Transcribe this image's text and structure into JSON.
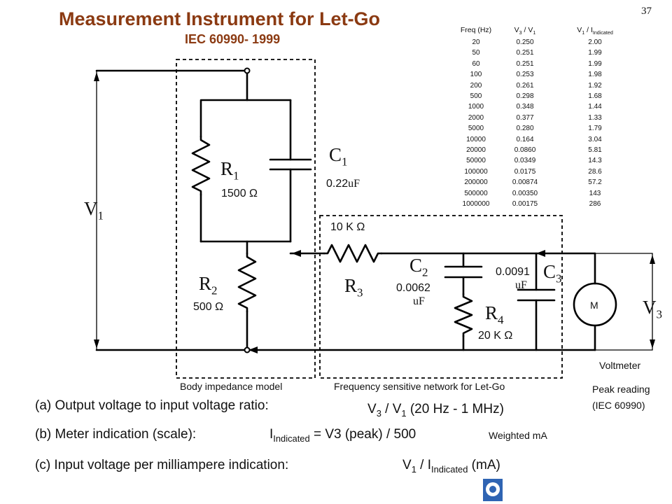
{
  "page_number": "37",
  "title": "Measurement Instrument for Let-Go",
  "subtitle": "IEC 60990- 1999",
  "table": {
    "headers": {
      "freq": "Freq (Hz)",
      "ratio_v": "V",
      "ratio_sub3": "3",
      "ratio_slash": " / V",
      "ratio_sub1": "1",
      "ind_v": "V",
      "ind_sub1": "1",
      "ind_slash": " / I",
      "ind_sub": "Indicated"
    },
    "freq": [
      "20",
      "50",
      "60",
      "100",
      "200",
      "500",
      "1000",
      "2000",
      "5000",
      "10000",
      "20000",
      "50000",
      "100000",
      "200000",
      "500000",
      "1000000"
    ],
    "v3_v1": [
      "0.250",
      "0.251",
      "0.251",
      "0.253",
      "0.261",
      "0.298",
      "0.348",
      "0.377",
      "0.280",
      "0.164",
      "0.0860",
      "0.0349",
      "0.0175",
      "0.00874",
      "0.00350",
      "0.00175"
    ],
    "v1_i": [
      "2.00",
      "1.99",
      "1.99",
      "1.98",
      "1.92",
      "1.68",
      "1.44",
      "1.33",
      "1.79",
      "3.04",
      "5.81",
      "14.3",
      "28.6",
      "57.2",
      "143",
      "286"
    ]
  },
  "circuit": {
    "v1": {
      "main": "V",
      "sub": "1"
    },
    "v3": {
      "main": "V",
      "sub": "3"
    },
    "r1": {
      "main": "R",
      "sub": "1",
      "value": "1500",
      "unit": "Ω"
    },
    "c1": {
      "main": "C",
      "sub": "1",
      "value": "0.22",
      "unit": "uF"
    },
    "r2": {
      "main": "R",
      "sub": "2",
      "value": "500",
      "unit": "Ω"
    },
    "r3": {
      "main": "R",
      "sub": "3",
      "value": "10 K",
      "unit": "Ω"
    },
    "c2": {
      "main": "C",
      "sub": "2",
      "value": "0.0062",
      "unit": "uF"
    },
    "r4": {
      "main": "R",
      "sub": "4",
      "value": "20 K",
      "unit": "Ω"
    },
    "c3": {
      "main": "C",
      "sub": "3",
      "value": "0.0091",
      "unit": "uF"
    },
    "meter": "M",
    "voltmeter": "Voltmeter",
    "body_label": "Body impedance model",
    "network_label": "Frequency sensitive network for Let-Go",
    "peak_label_1": "Peak reading",
    "peak_label_2": "(IEC 60990)"
  },
  "notes": {
    "a_text": "(a) Output voltage to input voltage ratio:",
    "a_formula": {
      "v": "V",
      "s3": "3",
      "mid": " / V",
      "s1": "1",
      "tail": " (20 Hz - 1 MHz)"
    },
    "b_text": "(b) Meter indication (scale):",
    "b_formula": {
      "i": "I",
      "sub": "Indicated",
      "tail": " = V3 (peak) / 500"
    },
    "b_weighted": "Weighted mA",
    "c_text": "(c) Input voltage per milliampere indication:",
    "c_formula": {
      "v": "V",
      "s1": "1",
      "mid": " / I",
      "sub": "Indicated",
      "tail": " (mA)"
    }
  },
  "colors": {
    "title": "#8b3a12",
    "logo": "#2f64b3"
  },
  "icons": {
    "logo": "logo-icon"
  }
}
